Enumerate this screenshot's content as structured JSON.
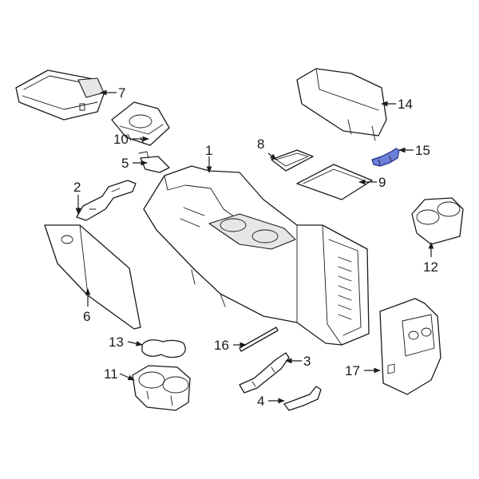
{
  "diagram": {
    "accent_color": "#6b7fd9",
    "highlighted_callout": "15",
    "callouts": [
      "1",
      "2",
      "3",
      "4",
      "5",
      "6",
      "7",
      "8",
      "9",
      "10",
      "11",
      "12",
      "13",
      "14",
      "15",
      "16",
      "17"
    ]
  }
}
